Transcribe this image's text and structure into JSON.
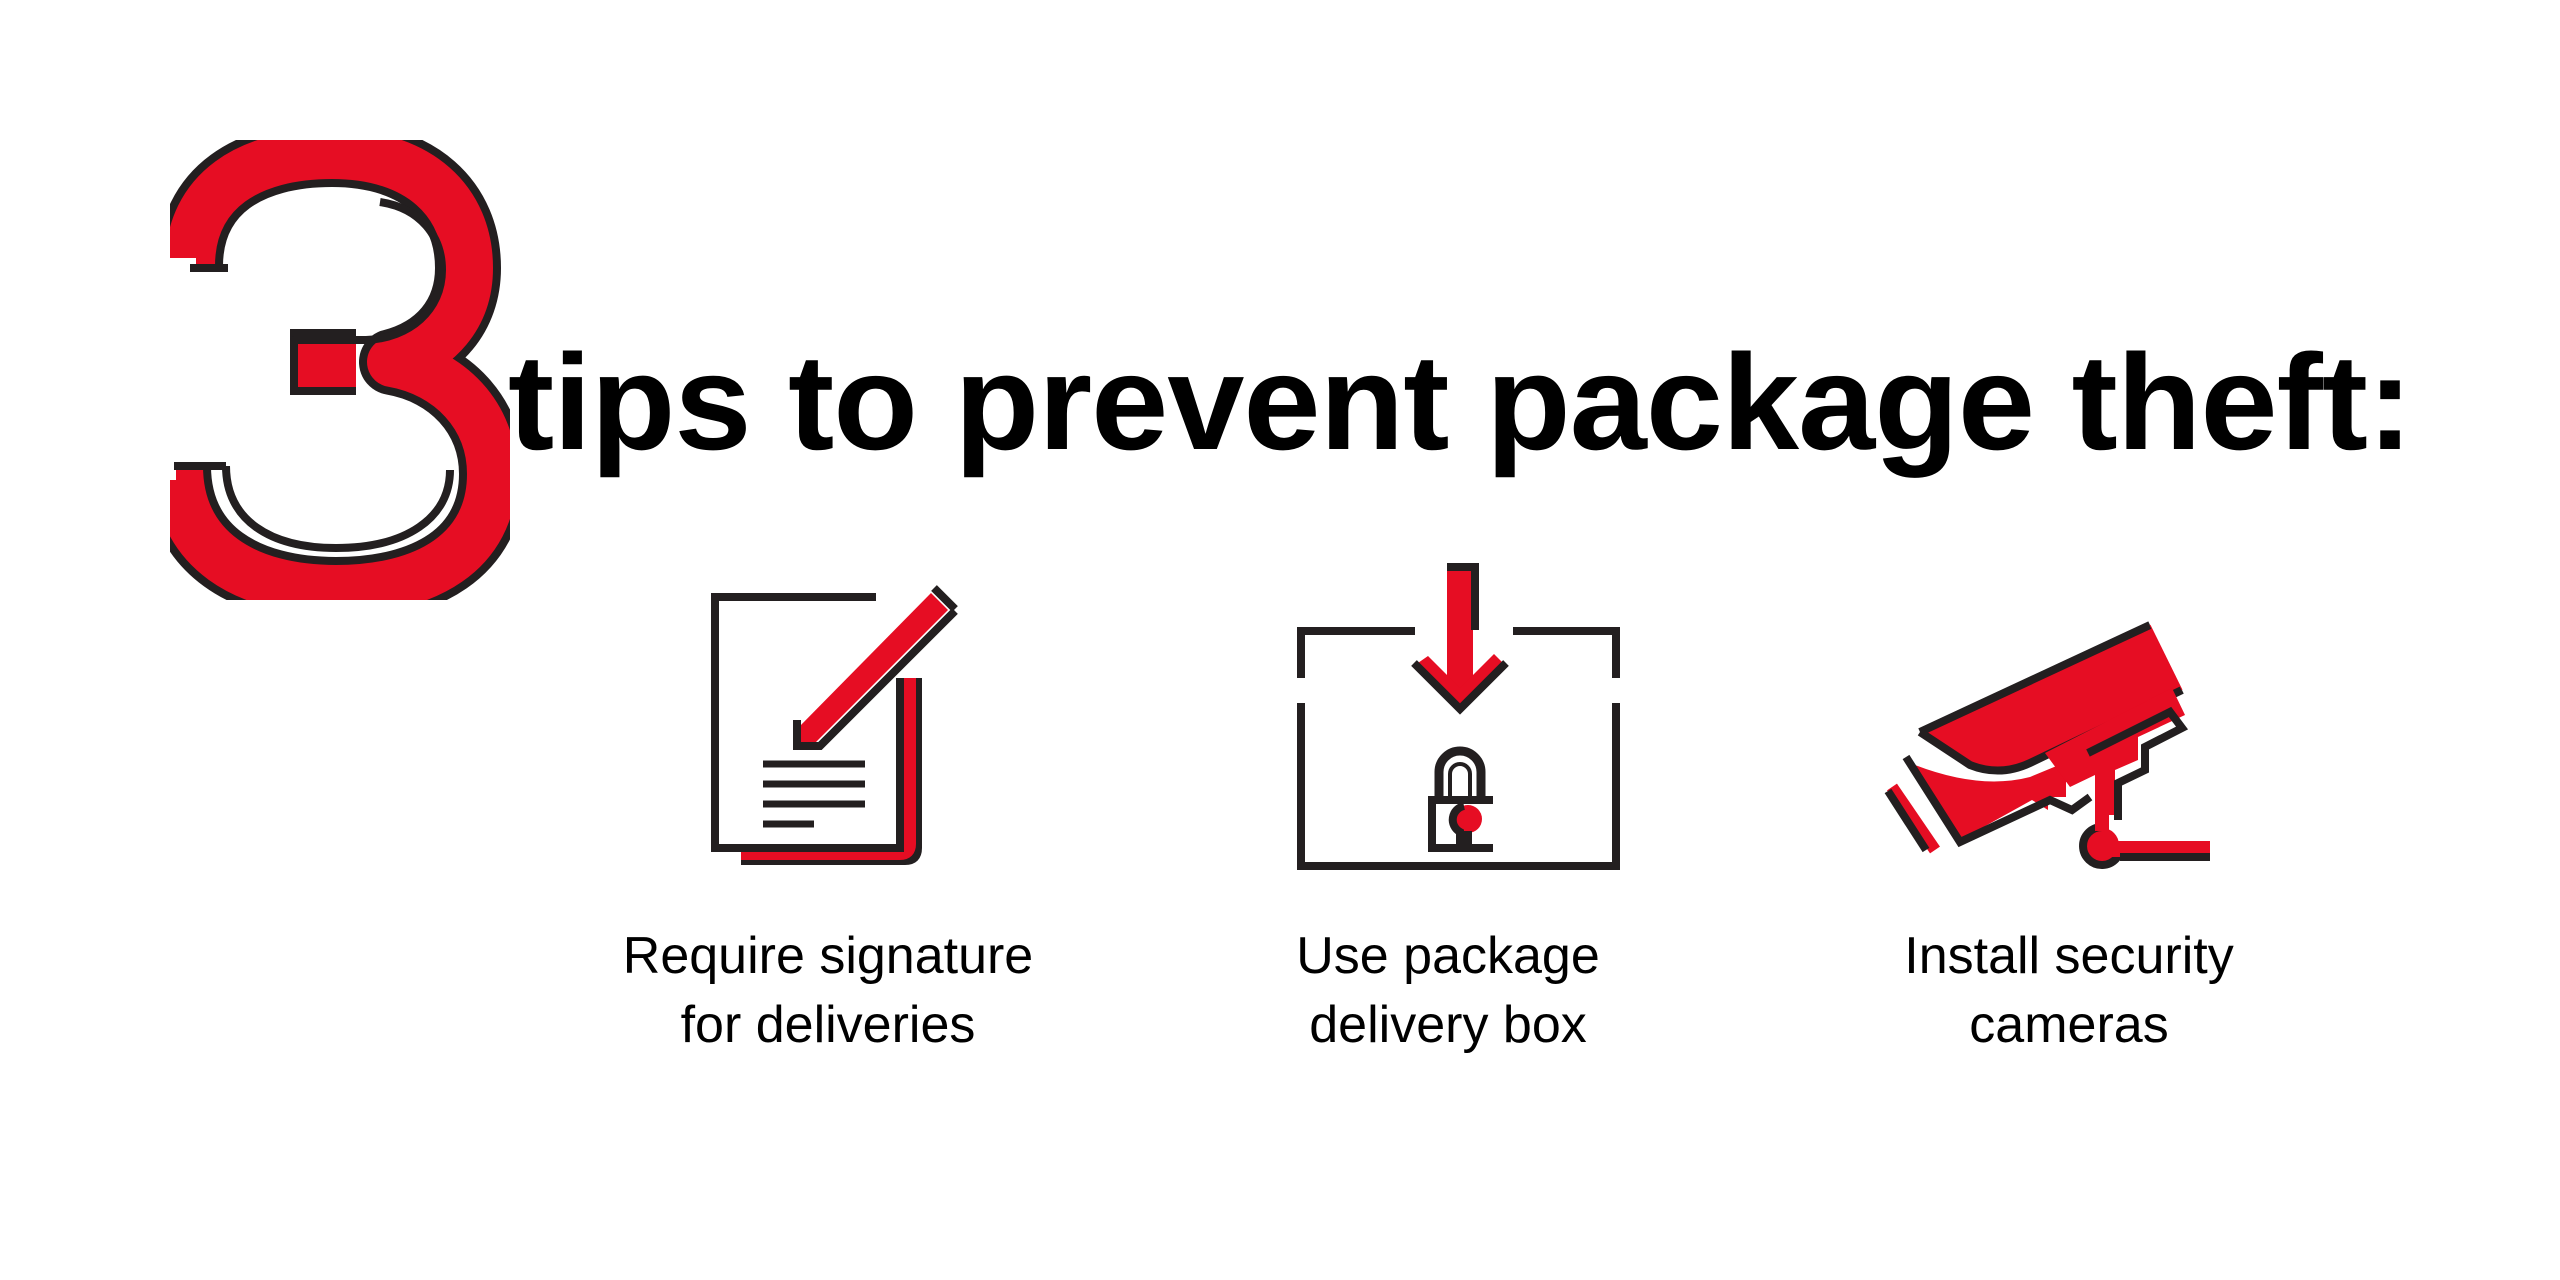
{
  "colors": {
    "accent_red": "#E60D23",
    "outline_dark": "#231F20",
    "text": "#000000",
    "background": "#FFFFFF"
  },
  "header": {
    "number": "3",
    "title": "tips to prevent package theft:"
  },
  "tips": [
    {
      "icon": "document-signature-icon",
      "line1": "Require signature",
      "line2": "for deliveries"
    },
    {
      "icon": "locked-delivery-box-icon",
      "line1": "Use package",
      "line2": "delivery box"
    },
    {
      "icon": "security-camera-icon",
      "line1": "Install security",
      "line2": "cameras"
    }
  ]
}
